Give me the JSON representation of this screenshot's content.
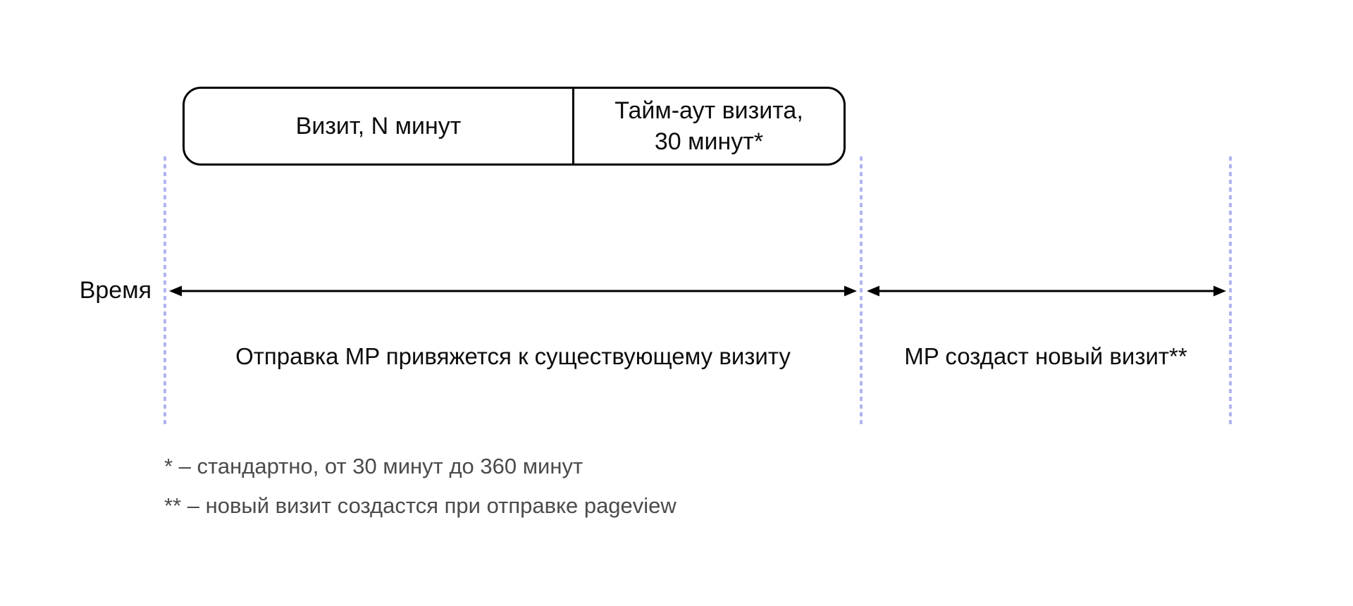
{
  "colors": {
    "bg": "#ffffff",
    "ink": "#0d0d0d",
    "line": "#000000",
    "dash": "#b1b5f0",
    "footnote": "#4b4b4b"
  },
  "diagram": {
    "timeline_box": {
      "visit_segment": "Визит, N минут",
      "timeout_segment_line1": "Тайм-аут визита,",
      "timeout_segment_line2": "30 минут*"
    },
    "axis_label": "Время",
    "interval_labels": {
      "existing_visit": "Отправка MP привяжется к существующему визиту",
      "new_visit": "MP создаст новый визит**"
    },
    "footnotes": {
      "first": "* – стандартно, от 30 минут до 360 минут",
      "second": "** – новый визит создастся при отправке pageview"
    }
  }
}
